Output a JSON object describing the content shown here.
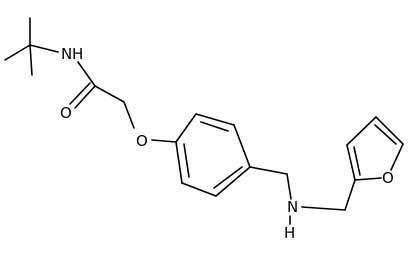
{
  "diagram": {
    "atoms": {
      "amide_n": "N",
      "amide_h": "H",
      "carbonyl_o": "O",
      "ether_o": "O",
      "amine_n": "N",
      "amine_h": "H",
      "furan_o": "O"
    }
  }
}
